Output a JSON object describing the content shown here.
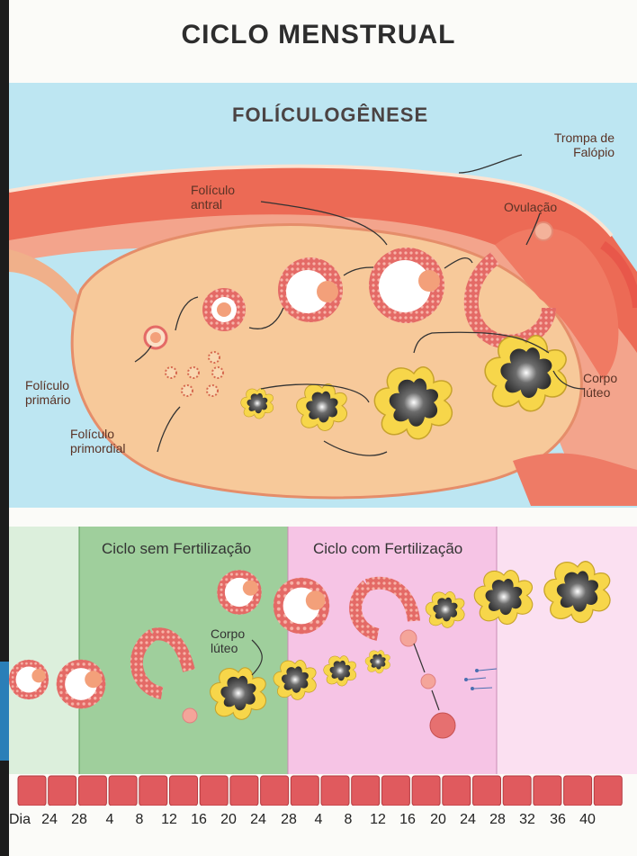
{
  "title": "CICLO   MENSTRUAL",
  "section_title": "FOLÍCULOGÊNESE",
  "labels": {
    "trompa": "Trompa de Falópio",
    "foliculo_antral": "Folículo antral",
    "ovulacao": "Ovulação",
    "foliculo_primario": "Folículo primário",
    "foliculo_primordial": "Folículo primordial",
    "corpo_luteo_top": "Corpo lúteo",
    "corpo_luteo_bottom": "Corpo lúteo"
  },
  "phases": {
    "sem": "Ciclo sem Fertilização",
    "com": "Ciclo com Fertilização"
  },
  "day_axis": [
    "Dia",
    "24",
    "28",
    "4",
    "8",
    "12",
    "16",
    "20",
    "24",
    "28",
    "4",
    "8",
    "12",
    "16",
    "20",
    "24",
    "28",
    "32",
    "36",
    "40"
  ],
  "colors": {
    "blue_bg": "#bde6f2",
    "ovary": "#f7c99a",
    "tube": "#ec6a55",
    "green_phase": "#9fcf9c",
    "pink_phase": "#f6c4e5",
    "endometrium": "#e05a5e",
    "corpus_yellow": "#f7d64a"
  }
}
